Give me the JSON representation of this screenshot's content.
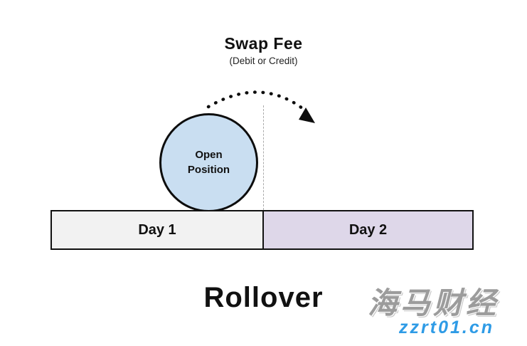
{
  "diagram": {
    "title": "Swap Fee",
    "subtitle": "(Debit or Credit)",
    "circle_label": "Open Position",
    "day1_label": "Day 1",
    "day2_label": "Day 2",
    "caption": "Rollover"
  },
  "watermark": {
    "brand": "海马财经",
    "site": "zzrt01.cn"
  },
  "icons": {
    "rollover_arrow": "dotted-arc-arrow-right"
  },
  "colors": {
    "background": "#ffffff",
    "circle_fill": "#c9def1",
    "circle_border": "#0d0d0d",
    "day1_fill": "#f2f2f2",
    "day2_fill": "#ded7e9",
    "bar_border": "#111111",
    "divider": "#aaaaaa",
    "text": "#111111",
    "watermark_gray": "#9c9c9c",
    "watermark_blue": "#2e9be6"
  }
}
